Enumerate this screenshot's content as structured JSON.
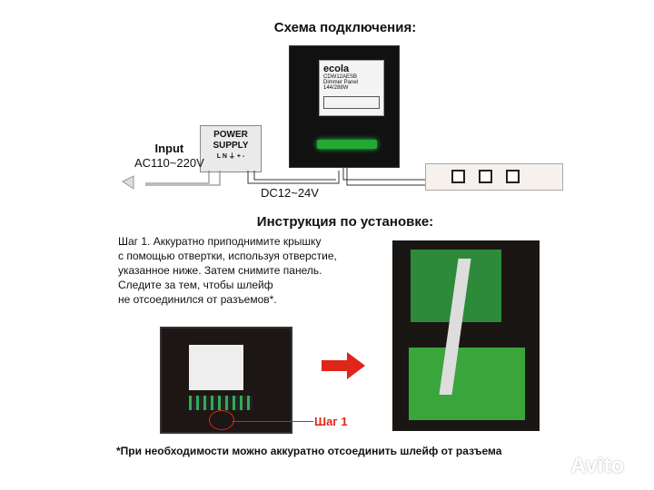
{
  "wiring": {
    "title": "Схема подключения:",
    "device_label": {
      "brand": "ecola",
      "model": "CDW12AESB",
      "line2": "Dimmer Panel 144/288W"
    },
    "power_supply": {
      "line1": "POWER",
      "line2": "SUPPLY",
      "terminals": "L N ⏚     + -"
    },
    "input": {
      "line1": "Input",
      "line2": "AC110~220V"
    },
    "dc_label": "DC12~24V"
  },
  "instructions": {
    "title": "Инструкция по установке:",
    "step_lines": [
      "Шаг 1. Аккуратно приподнимите крышку",
      "с помощью отвертки, используя отверстие,",
      "указанное ниже. Затем снимите панель.",
      "Следите за тем, чтобы шлейф",
      "не отсоединился от разъемов*."
    ],
    "step_callout": "Шаг 1",
    "footnote": "*При необходимости можно аккуратно отсоединить шлейф от разъема"
  },
  "watermark": "Avito",
  "colors": {
    "accent_red": "#e0251b",
    "pcb_green": "#3aa53a"
  }
}
